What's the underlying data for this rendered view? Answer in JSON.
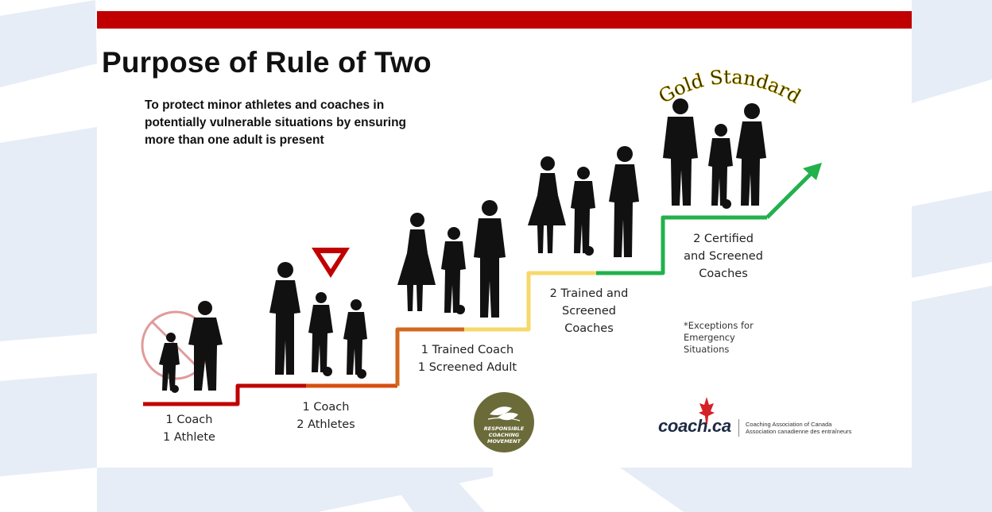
{
  "title": "Purpose of Rule of Two",
  "subtitle": "To protect minor athletes and coaches in potentially vulnerable situations by ensuring more than one adult is present",
  "gold_standard": "Gold Standard",
  "steps": [
    {
      "line1": "1 Coach",
      "line2": "1 Athlete",
      "color": "#c00000"
    },
    {
      "line1": "1 Coach",
      "line2": "2 Athletes",
      "color": "#d84e10"
    },
    {
      "line1": "1 Trained Coach",
      "line2": "1 Screened Adult",
      "color": "#e89a22"
    },
    {
      "line1": "2 Trained and",
      "line2": "Screened",
      "line3": "Coaches",
      "color": "#f6d96a"
    },
    {
      "line1": "2 Certified",
      "line2": "and Screened",
      "line3": "Coaches",
      "color": "#22b14c"
    }
  ],
  "note": {
    "line1": "*Exceptions for",
    "line2": "Emergency",
    "line3": "Situations"
  },
  "badge": {
    "line1": "RESPONSIBLE",
    "line2": "COACHING",
    "line3": "MOVEMENT",
    "color": "#6b6b3a"
  },
  "logo": {
    "word": "coach.ca",
    "org_en": "Coaching Association of Canada",
    "org_fr": "Association canadienne des entraîneurs"
  },
  "colors": {
    "accent_red": "#c00000",
    "arrow_green": "#22b14c"
  }
}
